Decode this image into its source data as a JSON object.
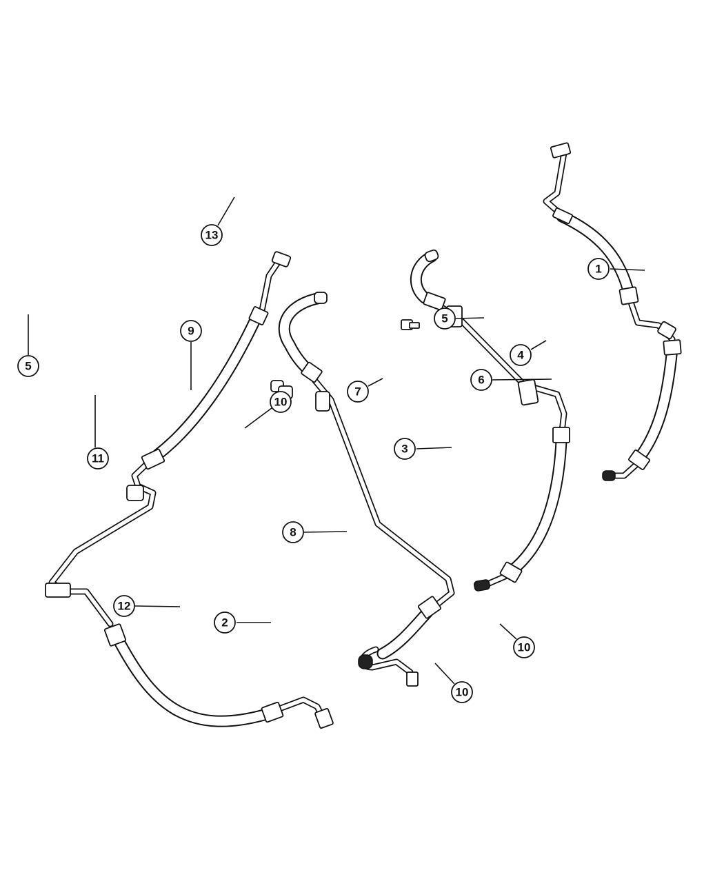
{
  "callouts": {
    "c1": "1",
    "c2": "2",
    "c3": "3",
    "c4": "4",
    "c5a": "5",
    "c5b": "5",
    "c6": "6",
    "c7": "7",
    "c8": "8",
    "c9": "9",
    "c10a": "10",
    "c10b": "10",
    "c10c": "10",
    "c11": "11",
    "c12": "12",
    "c13": "13"
  },
  "colors": {
    "line": "#111111",
    "background": "#ffffff"
  }
}
